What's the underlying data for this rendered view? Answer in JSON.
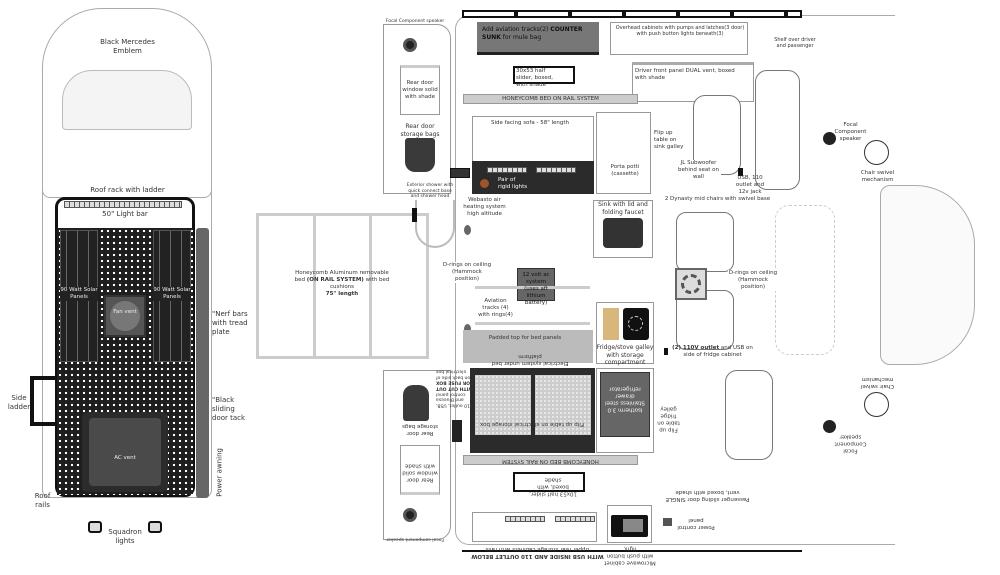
{
  "roof": {
    "emblem": "Black Mercedes Emblem",
    "roof_rack": "Roof rack with ladder",
    "light_bar": "50\" Light bar",
    "solar_left": "90 Watt Solar Panels",
    "solar_right": "90 Watt Solar Panels",
    "fan_vent": "Fan vent",
    "nerf_bars": "\"Nerf bars with tread plate",
    "side_ladder": "Side ladder",
    "door_track": "\"Black sliding door tack",
    "awning": "Power awning",
    "ac_vent": "AC vent",
    "roof_rails": "Roof rails",
    "squadron_lights": "Squadron lights"
  },
  "bed": {
    "line1": "Honeycomb Aluminum removable bed",
    "line2": "(ON RAIL SYSTEM)",
    "line3": "with bed cushions",
    "line4": "75\" length"
  },
  "top": {
    "speaker": "Focal Component speaker",
    "rear_window": "Rear door window solid with shade",
    "rear_bags": "Rear door storage bags",
    "shower": "Exterior shower with quick connect base and shower head",
    "aviation_tracks_a": "Add aviation tracks(2) ",
    "aviation_tracks_b": "COUNTER SUNK",
    "aviation_tracks_c": " for mule bag",
    "overhead": "Overhead cabinets with pumps and latches(3 door) with push button lights beneath(3)",
    "shelf": "Shelf over driver and passenger",
    "half_slider": "30x53 half slider, boxed, with shade",
    "driver_panel": "Driver front panel DUAL vent, boxed with shade",
    "bed_rail": "HONEYCOMB BED ON RAIL SYSTEM",
    "sofa": "Side facing sofa - 58\" length",
    "rigid_lights": "Pair of rigid lights",
    "porta_potti": "Porta potti (cassette)",
    "flip_table": "Flip up table on sink galley",
    "subwoofer": "JL Subwoofer behind seat on wall",
    "usb": "USB, 110 outlet and 12v jack",
    "front_speaker": "Focal Component speaker",
    "swivel": "Chair swivel mechanism",
    "webasto": "Webasto air heating system high altitude",
    "chairs": "2 Dynasty mid chairs with swivel base"
  },
  "middle": {
    "sink": "Sink with lid and folding faucet",
    "drings_rear": "D-rings on ceiling (Hammock position)",
    "drings_front": "D-rings on ceiling (Hammock position)",
    "ac_system": "12 volt ac system (uses aft lithium battery)",
    "aviation": "Aviation tracks (4) with rings(4)",
    "padded": "Padded top for bed panels",
    "electrical": "Electrical system under bed platform",
    "fridge_galley": "Fridge/stove galley with storage compartment",
    "outlet_a": "(2) 110V outlet",
    "outlet_b": " and USB on side of fridge cabinet"
  },
  "bottom": {
    "flip_electrical": "Flip up table on electrical storage box",
    "fridge": "Isotherm 3.0 Stainless steel drawer refrigerator",
    "flip_fridge": "Flip up table on fridge galley",
    "bed_rail": "HONEYCOMB BED ON RAIL SYSTEM",
    "half_slider": "10x53 half slider, boxed, with shade",
    "passenger_door": "Passenger sliding door SINGLE vent, boxed with shade",
    "power_panel": "Power control panel",
    "microwave": "Microwave cabinet with push button light",
    "upper_cab_a": "Upper rear storage cabinets with rails",
    "upper_cab_b": "WITH USB INSIDE AND 110 OUTLET BELOW",
    "speaker": "Focal component speaker",
    "rear_window": "Rear door window solid with shade",
    "rear_bags": "Rear door storage bags",
    "control_a": "110 outlet, USB, and Blueesa control panel ",
    "control_b": "WITH CUT OUT FOR FUSE BOX",
    "control_c": " on back side of electrical box",
    "swivel": "Chair swivel mechanism",
    "front_speaker": "Focal Component speaker"
  }
}
